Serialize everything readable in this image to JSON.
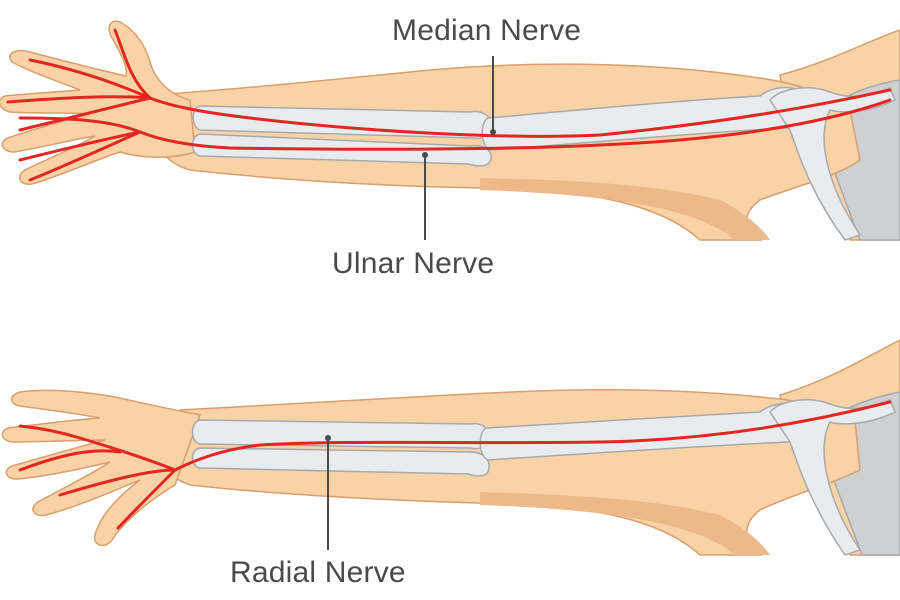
{
  "labels": {
    "median": "Median Nerve",
    "ulnar": "Ulnar Nerve",
    "radial": "Radial Nerve"
  },
  "colors": {
    "skin": "#f9d3a6",
    "skin_shadow": "#eeb98a",
    "skin_outline": "#d99e6e",
    "bone": "#e9ecef",
    "bone_outline": "#a7aaad",
    "torso": "#cfd0d2",
    "nerve": "#e32622",
    "text": "#4a4a4a",
    "leader": "#4a4a4a"
  }
}
